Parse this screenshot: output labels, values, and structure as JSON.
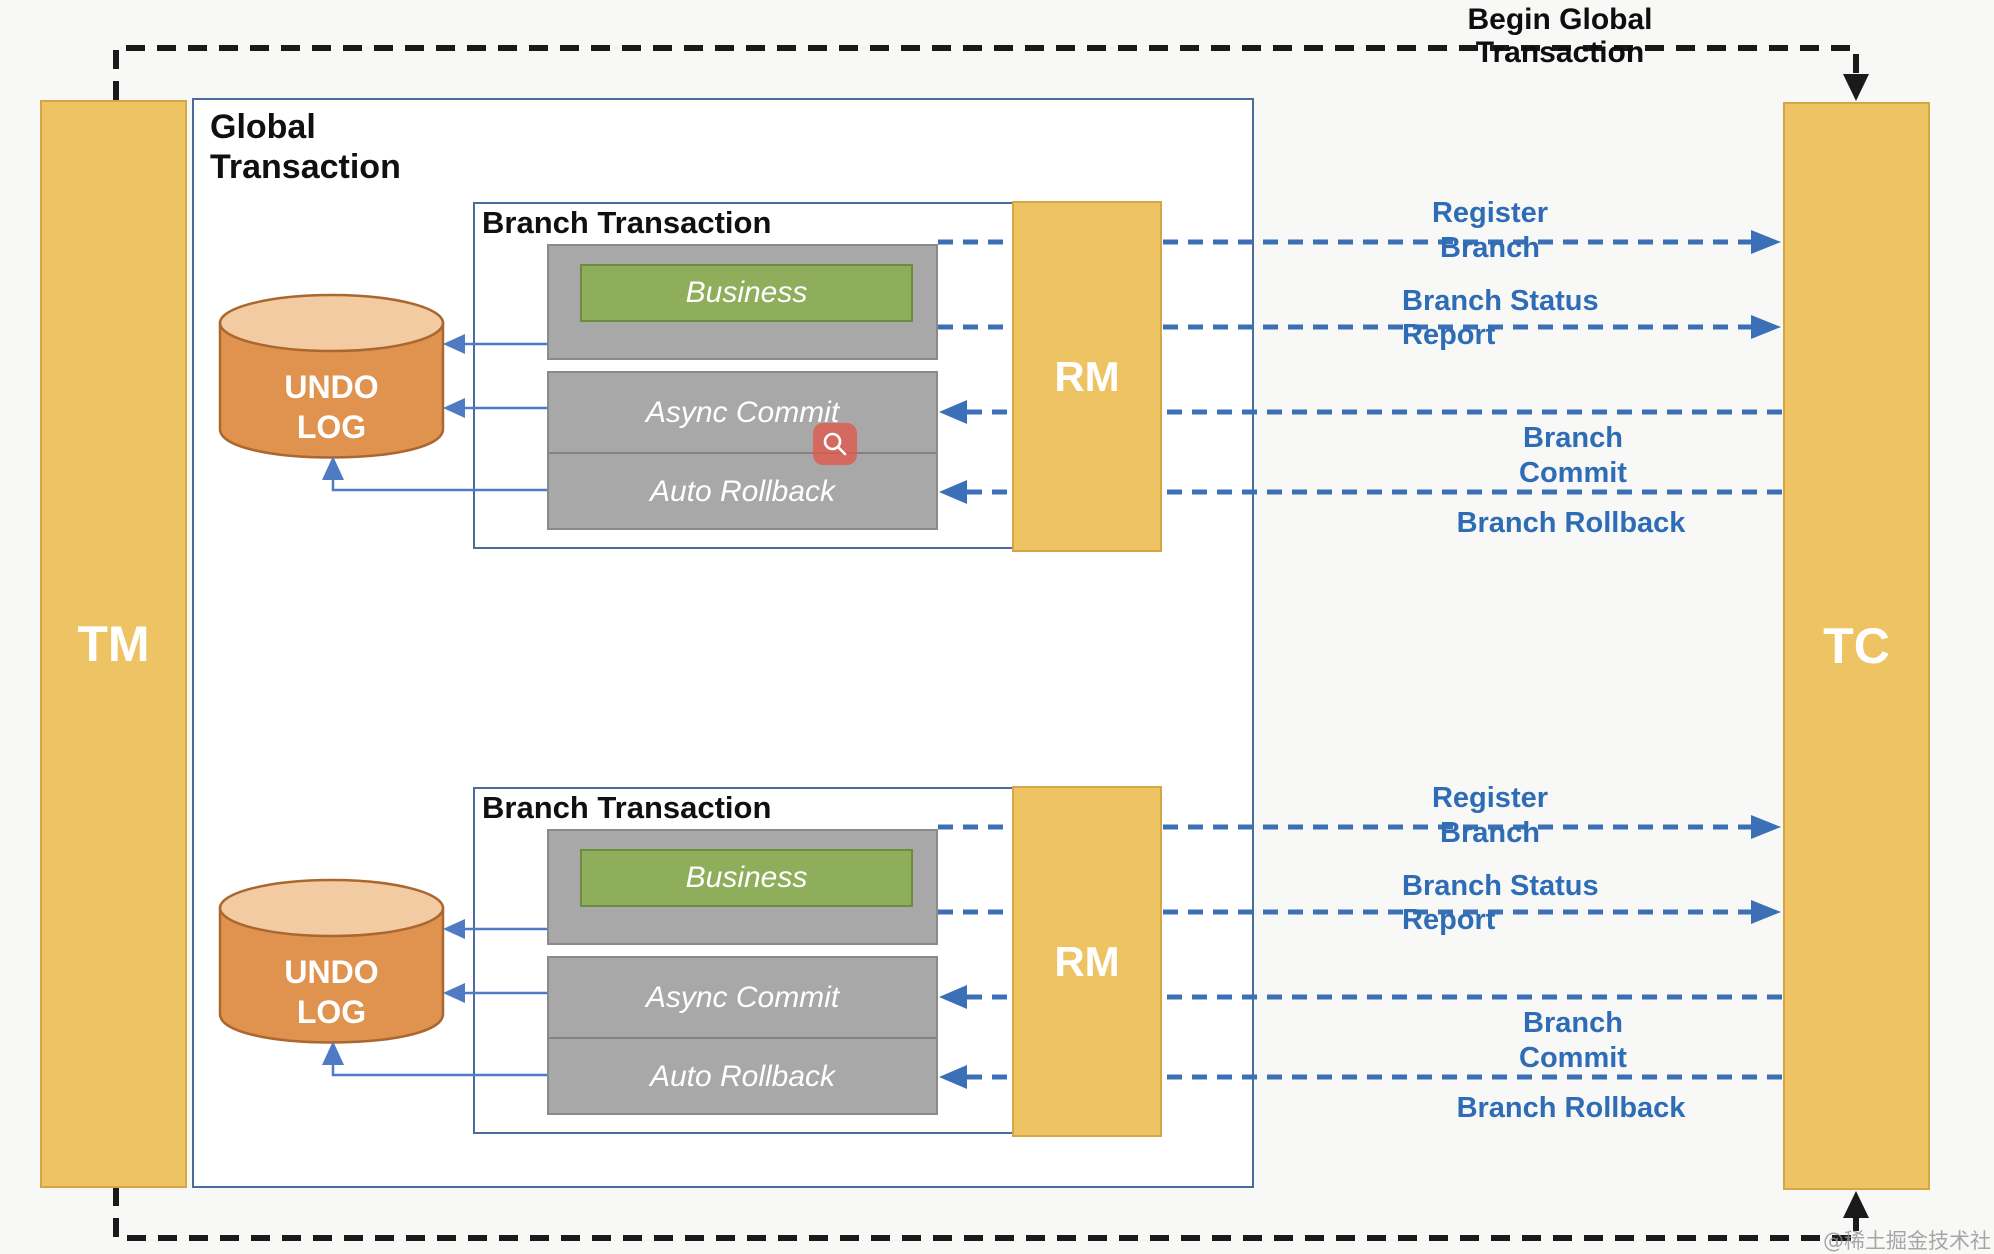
{
  "diagram": {
    "begin_global": {
      "line1": "Begin Global",
      "line2": "Transaction"
    },
    "tm_label": "TM",
    "tc_label": "TC",
    "global_transaction": {
      "line1": "Global",
      "line2": "Transaction"
    },
    "branches": [
      {
        "title": "Branch Transaction",
        "rm_label": "RM",
        "business": "Business",
        "async_commit": "Async Commit",
        "auto_rollback": "Auto Rollback",
        "undo_log": {
          "line1": "UNDO",
          "line2": "LOG"
        },
        "messages": {
          "register_branch": {
            "line1": "Register",
            "line2": "Branch"
          },
          "branch_status": {
            "line1": "Branch Status",
            "line2": "Report"
          },
          "branch_commit": "Branch Commit",
          "branch_rollback": "Branch Rollback"
        }
      },
      {
        "title": "Branch Transaction",
        "rm_label": "RM",
        "business": "Business",
        "async_commit": "Async Commit",
        "auto_rollback": "Auto Rollback",
        "undo_log": {
          "line1": "UNDO",
          "line2": "LOG"
        },
        "messages": {
          "register_branch": {
            "line1": "Register",
            "line2": "Branch"
          },
          "branch_status": {
            "line1": "Branch Status",
            "line2": "Report"
          },
          "branch_commit": "Branch Commit",
          "branch_rollback": "Branch Rollback"
        }
      }
    ],
    "watermark": "@稀土掘金技术社区",
    "icons": {
      "search_overlay": "search-icon"
    },
    "colors": {
      "actor_yellow": "#eec363",
      "actor_yellow_border": "#d7a644",
      "box_border_blue": "#4b6c9b",
      "gray_fill": "#a8a8a8",
      "green_fill": "#8fae5b",
      "cylinder_body": "#e0934f",
      "cylinder_top": "#f2cba2",
      "dashed_blue": "#3b70b6",
      "label_blue": "#2e6db6",
      "dashed_black": "#1a1a1a",
      "search_overlay_red": "#e0584a"
    }
  }
}
